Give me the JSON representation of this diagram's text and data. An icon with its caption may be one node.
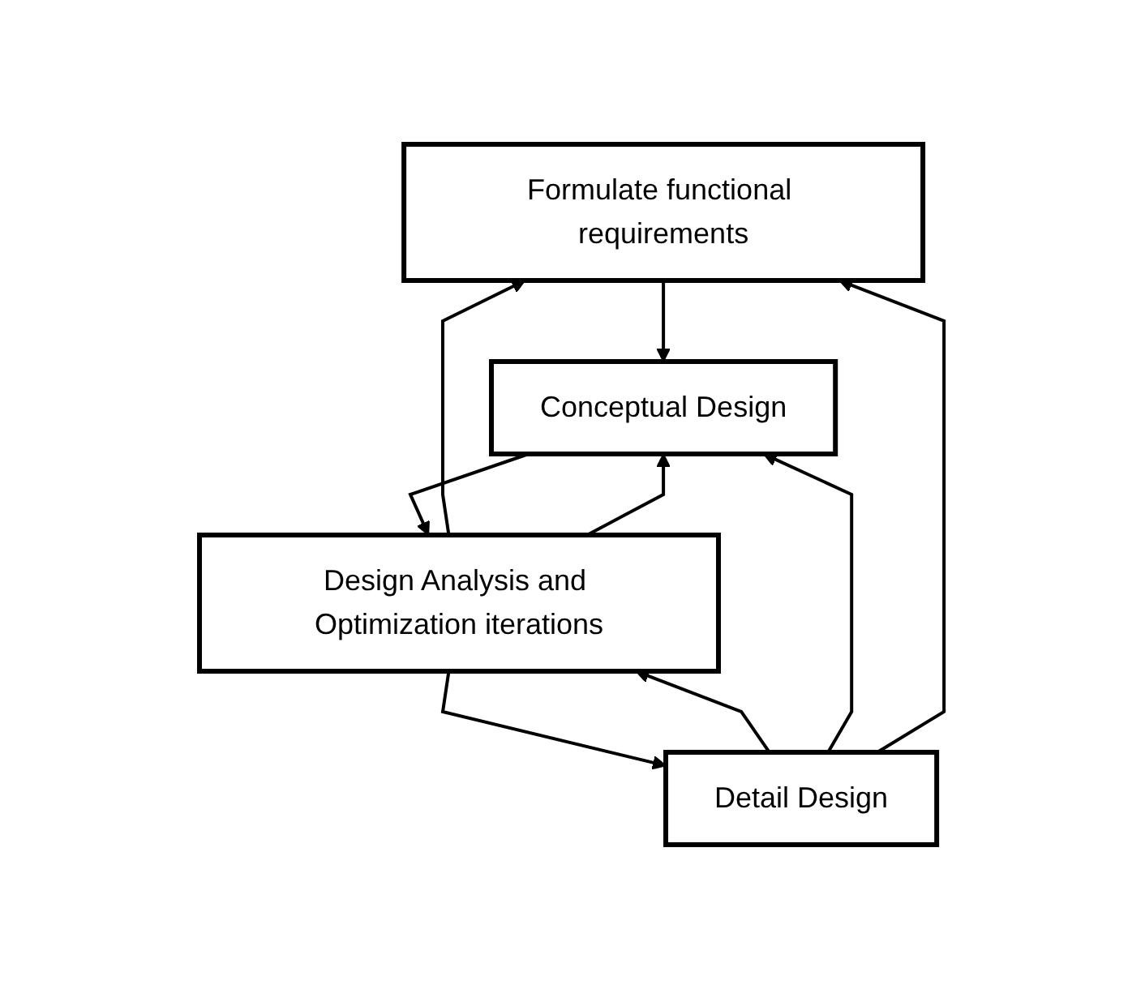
{
  "diagram": {
    "nodes": [
      {
        "text": [
          "Formulate functional requirements"
        ]
      },
      {
        "text": [
          "Conceptual Design"
        ]
      },
      {
        "text": [
          "Design Analysis and Optimization iterations"
        ]
      },
      {
        "text": [
          "Detail Design"
        ]
      }
    ],
    "edges": [
      {
        "from": 0,
        "to": 1,
        "arrow": "to"
      },
      {
        "from": 1,
        "to": 2,
        "arrow": "to"
      },
      {
        "from": 2,
        "to": 3,
        "arrow": "to"
      },
      {
        "from": 2,
        "to": 0,
        "arrow": "to"
      },
      {
        "from": 2,
        "to": 1,
        "arrow": "to"
      },
      {
        "from": 3,
        "to": 2,
        "arrow": "to"
      },
      {
        "from": 3,
        "to": 1,
        "arrow": "to"
      },
      {
        "from": 3,
        "to": 0,
        "arrow": "to"
      }
    ]
  }
}
